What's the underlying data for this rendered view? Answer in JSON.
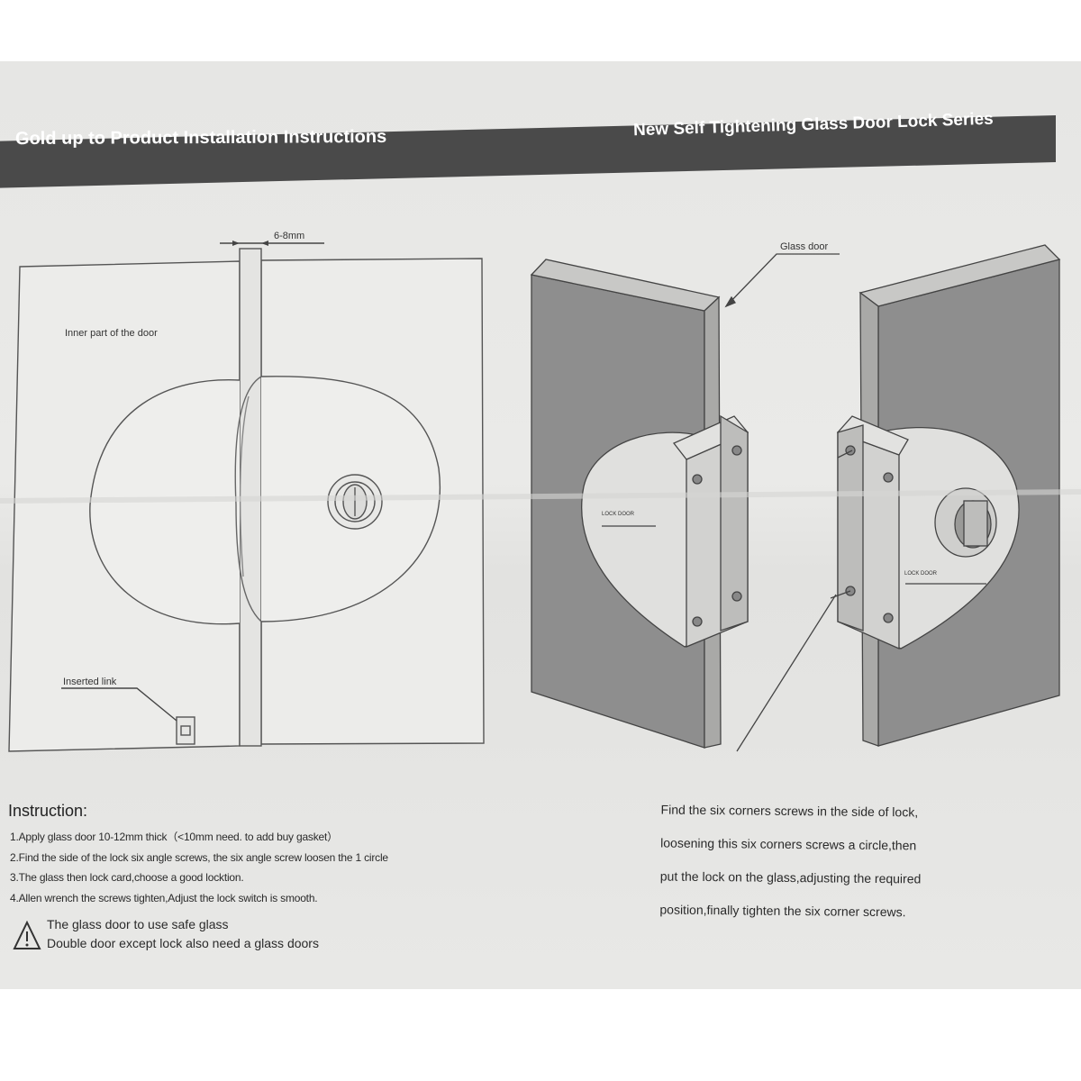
{
  "header": {
    "left_title": "Gold up to Product Installation Instructions",
    "right_title": "New Self Tightening Glass Door Lock Series"
  },
  "left_diagram": {
    "dimension_label": "6-8mm",
    "inner_label": "Inner part of the door",
    "inserted_label": "Inserted link"
  },
  "right_diagram": {
    "glass_door_label": "Glass door",
    "lock_label": "LOCK DOOR"
  },
  "instruction": {
    "title": "Instruction:",
    "items": [
      "1.Apply glass door 10-12mm thick（<10mm need. to add buy gasket）",
      "2.Find the side of the lock six angle screws, the six angle screw loosen the 1 circle",
      "3.The glass then lock card,choose a good locktion.",
      "4.Allen wrench the screws tighten,Adjust the lock switch is smooth."
    ]
  },
  "warning": {
    "icon": "warning-triangle-icon",
    "lines": [
      "The glass door to use safe glass",
      "Double door except lock also need a glass doors"
    ]
  },
  "right_text": {
    "lines": [
      "Find the six corners screws in the side of lock,",
      "loosening this six corners screws a circle,then",
      "put the lock on the glass,adjusting the required",
      "position,finally tighten the six corner screws."
    ]
  }
}
